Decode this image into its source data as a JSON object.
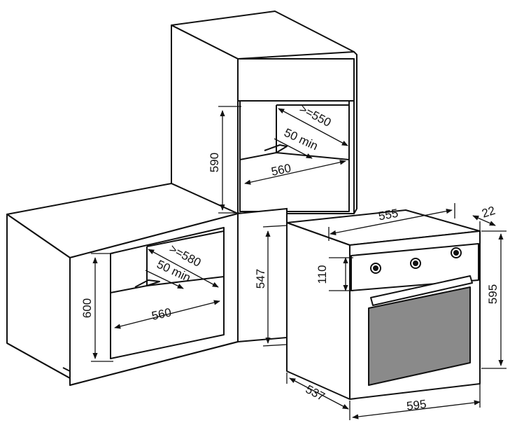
{
  "diagram": {
    "column_unit": {
      "height": "590",
      "depth_min": ">=550",
      "gap": "50 min",
      "width": "560"
    },
    "under_counter_unit": {
      "height": "600",
      "depth_min": ">=580",
      "gap": "50 min",
      "width": "560"
    },
    "oven": {
      "cabinet_height": "547",
      "top_width": "555",
      "panel_depth": "22",
      "control_height": "110",
      "front_height": "595",
      "depth": "537",
      "front_width": "595"
    }
  },
  "colors": {
    "line": "#111111",
    "window": "#8a8a8a",
    "background": "#ffffff"
  }
}
